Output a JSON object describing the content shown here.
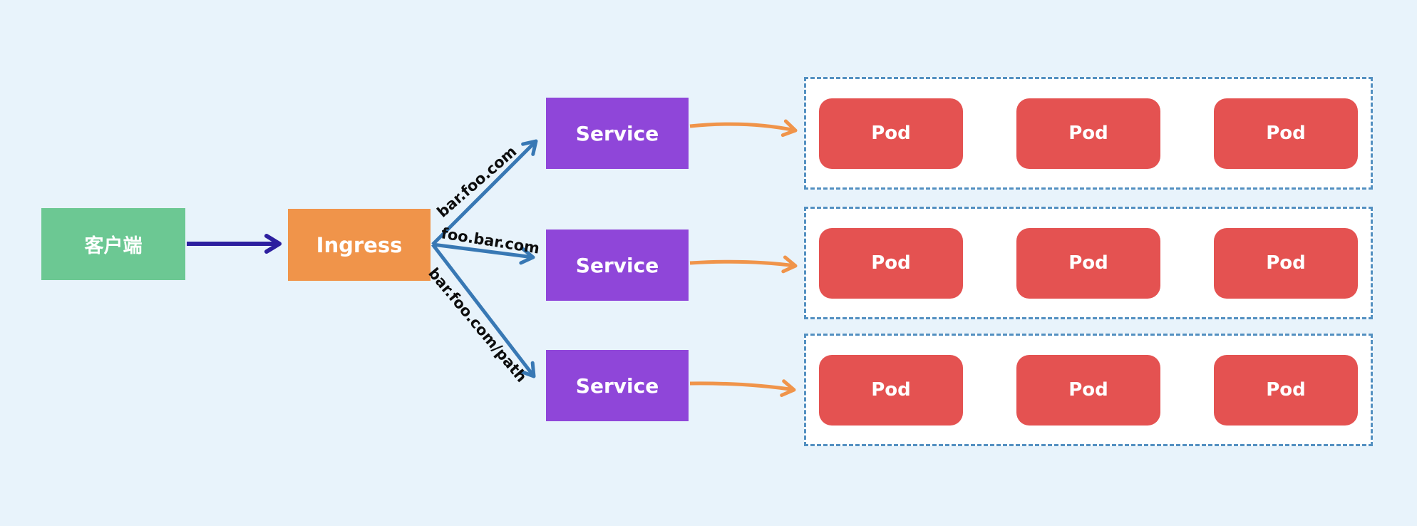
{
  "diagram": {
    "title": "ingress-routing-diagram",
    "background_color": "#e8f3fb",
    "client": {
      "label": "客户端",
      "color": "#6cc893"
    },
    "ingress": {
      "label": "Ingress",
      "color": "#f0944a"
    },
    "service_color": "#8f46d9",
    "services": [
      {
        "label": "Service"
      },
      {
        "label": "Service"
      },
      {
        "label": "Service"
      }
    ],
    "routes": [
      {
        "label": "bar.foo.com"
      },
      {
        "label": "foo.bar.com"
      },
      {
        "label": "bar.foo.com/path"
      }
    ],
    "pod_color": "#e45251",
    "pod_groups": [
      {
        "pods": [
          "Pod",
          "Pod",
          "Pod"
        ]
      },
      {
        "pods": [
          "Pod",
          "Pod",
          "Pod"
        ]
      },
      {
        "pods": [
          "Pod",
          "Pod",
          "Pod"
        ]
      }
    ],
    "arrow_colors": {
      "client_to_ingress": "#2d1f9f",
      "ingress_to_service": "#3878b4",
      "service_to_pods": "#f0944a",
      "pod_group_border": "#5390c1"
    }
  }
}
